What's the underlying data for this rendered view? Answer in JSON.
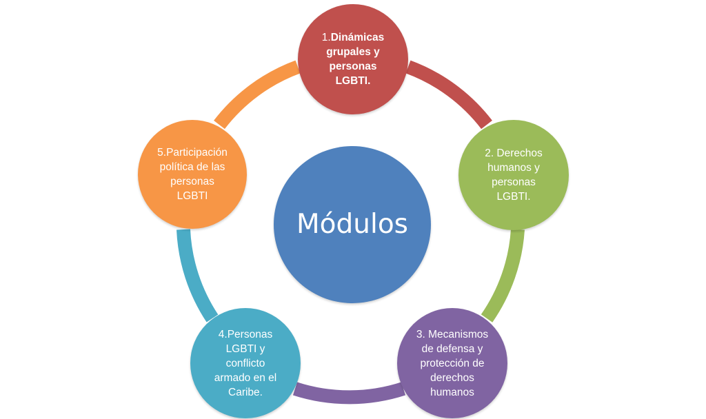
{
  "center": {
    "label": "Módulos",
    "color": "#4F81BD"
  },
  "modules": [
    {
      "prefix": "1.",
      "label": "Dinámicas\ngrupales y\npersonas\nLGBTI.",
      "color": "#C0504D"
    },
    {
      "prefix": "",
      "label": "2. Derechos\nhumanos y\npersonas\nLGBTI.",
      "color": "#9BBB59"
    },
    {
      "prefix": "",
      "label": "3. Mecanismos\nde defensa y\nprotección de\nderechos\nhumanos",
      "color": "#8064A2"
    },
    {
      "prefix": "",
      "label": "4.Personas\nLGBTI y\nconflicto\narmado en el\nCaribe.",
      "color": "#4BACC6"
    },
    {
      "prefix": "",
      "label": "5.Participación\npolítica de las\npersonas\nLGBTI",
      "color": "#F79646"
    }
  ]
}
